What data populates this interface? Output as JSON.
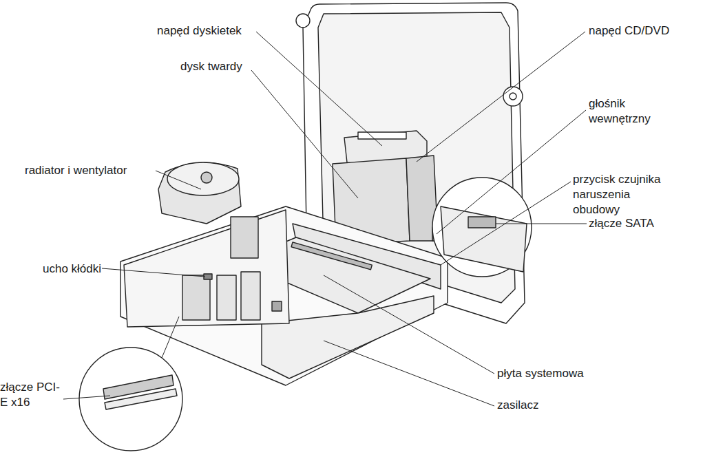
{
  "diagram": {
    "labels": [
      "napęd dyskietek",
      "napęd CD/DVD",
      "dysk twardy",
      "głośnik wewnętrzny",
      "radiator i wentylator",
      "przycisk czujnika naruszenia obudowy",
      "złącze SATA",
      "ucho kłódki",
      "złącze PCI-E x16",
      "płyta systemowa",
      "zasilacz"
    ]
  }
}
